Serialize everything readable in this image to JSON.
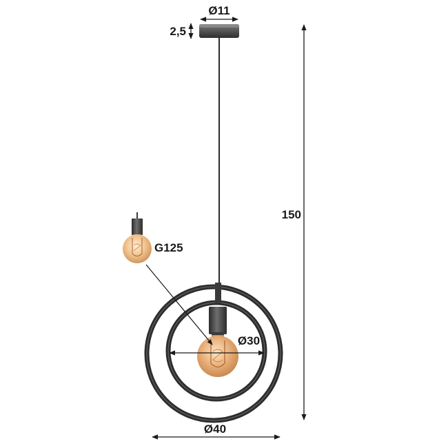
{
  "labels": {
    "canopy_diameter": "Ø11",
    "canopy_height": "2,5",
    "total_height": "150",
    "bulb_type": "G125",
    "inner_ring_diameter": "Ø30",
    "outer_ring_diameter": "Ø40"
  },
  "colors": {
    "metal": "#3a3a3a",
    "metal_highlight": "#8a8a8a",
    "bulb_glass": "#e8b27a",
    "bulb_glow": "#f6d9b4",
    "dimension_line": "#1a1a1a"
  },
  "icons": {
    "canopy": "ceiling-canopy-icon",
    "bulb": "filament-bulb-icon",
    "socket": "lamp-socket-icon"
  }
}
